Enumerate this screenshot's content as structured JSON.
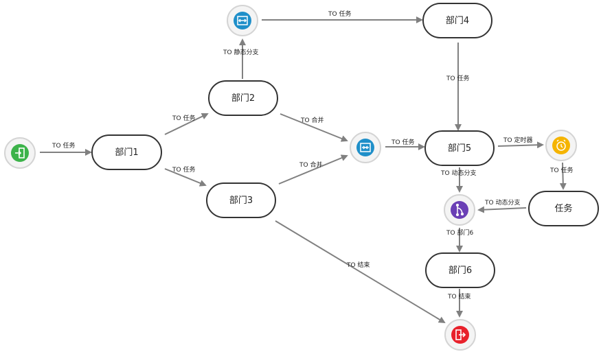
{
  "colors": {
    "start": "#3cb34a",
    "gateway": "#1f8fc9",
    "timer": "#f5b400",
    "dynamic_branch": "#6a3fb5",
    "end": "#e8212b",
    "edge": "#808080"
  },
  "nodes": {
    "dept1": {
      "label": "部门1"
    },
    "dept2": {
      "label": "部门2"
    },
    "dept3": {
      "label": "部门3"
    },
    "dept4": {
      "label": "部门4"
    },
    "dept5": {
      "label": "部门5"
    },
    "dept6": {
      "label": "部门6"
    },
    "task": {
      "label": "任务"
    },
    "start_icon": "start-icon",
    "static_branch_icon": "static-branch-icon",
    "merge_icon": "merge-icon",
    "timer_icon": "timer-icon",
    "dynamic_branch_icon": "dynamic-branch-icon",
    "end_icon": "end-icon"
  },
  "edges": {
    "start_dept1": "TO 任务",
    "dept1_dept2": "TO 任务",
    "dept1_dept3": "TO 任务",
    "dept2_static": "TO 静态分支",
    "static_dept4": "TO 任务",
    "dept4_dept5": "TO 任务",
    "dept2_merge": "TO 合并",
    "dept3_merge": "TO 合并",
    "merge_dept5": "TO 任务",
    "dept5_timer": "TO 定时器",
    "timer_task": "TO 任务",
    "task_dynamic": "TO 动态分支",
    "dept5_dynamic": "TO 动态分支",
    "dynamic_dept6": "TO 部门6",
    "dept3_end": "TO 结束",
    "dept6_end": "TO 结束"
  }
}
